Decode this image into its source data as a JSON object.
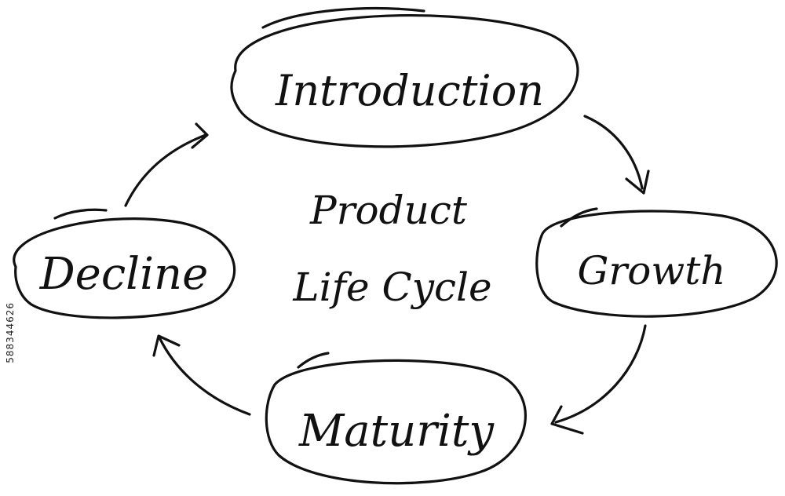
{
  "diagram": {
    "center_title_line1": "Product",
    "center_title_line2": "Life Cycle",
    "stages": {
      "introduction": "Introduction",
      "growth": "Growth",
      "maturity": "Maturity",
      "decline": "Decline"
    }
  },
  "watermark": {
    "stock_id": "588344626"
  },
  "colors": {
    "ink": "#111111",
    "background": "#ffffff"
  }
}
